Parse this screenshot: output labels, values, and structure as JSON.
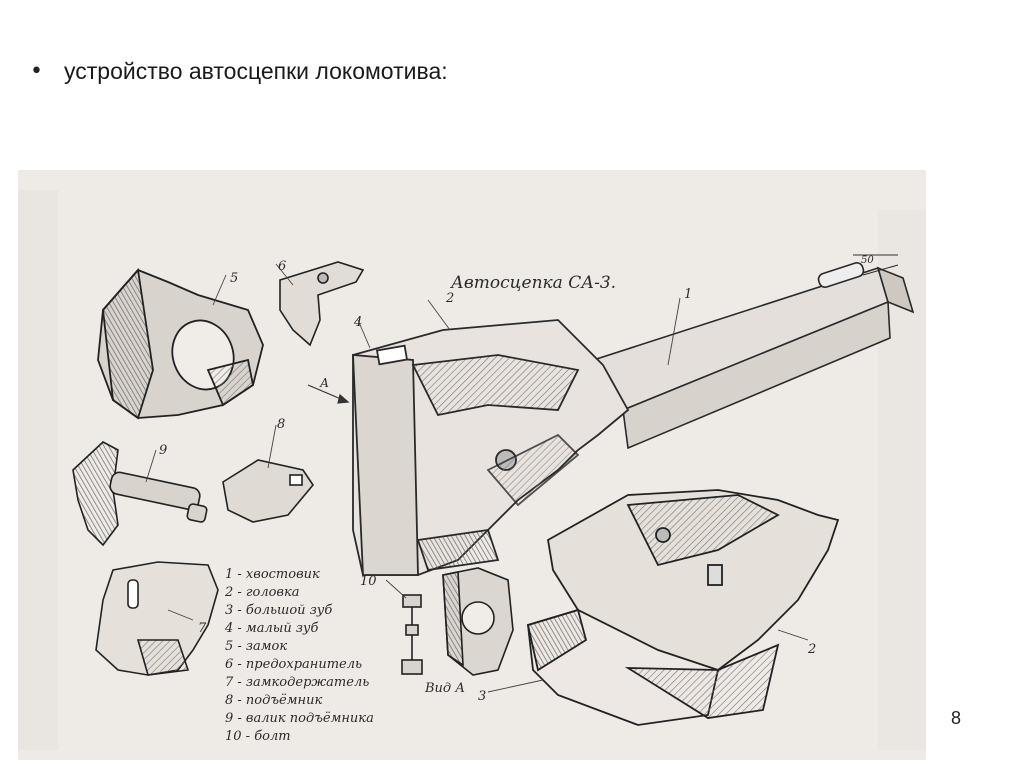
{
  "slide": {
    "bullet": "•",
    "text": "устройство автосцепки локомотива:",
    "page_number": "8"
  },
  "figure": {
    "title": "Автосцепка СА-3.",
    "dimension": "50",
    "view_label": "Вид А",
    "arrow_label": "А",
    "part_numbers": [
      "1",
      "2",
      "3",
      "4",
      "5",
      "6",
      "7",
      "8",
      "9",
      "10"
    ],
    "legend": [
      "1 - хвостовик",
      "2 - головка",
      "3 - большой зуб",
      "4 - малый зуб",
      "5 - замок",
      "6 - предохранитель",
      "7 - замкодержатель",
      "8 - подъёмник",
      "9 - валик подъёмника",
      "10 - болт"
    ]
  }
}
